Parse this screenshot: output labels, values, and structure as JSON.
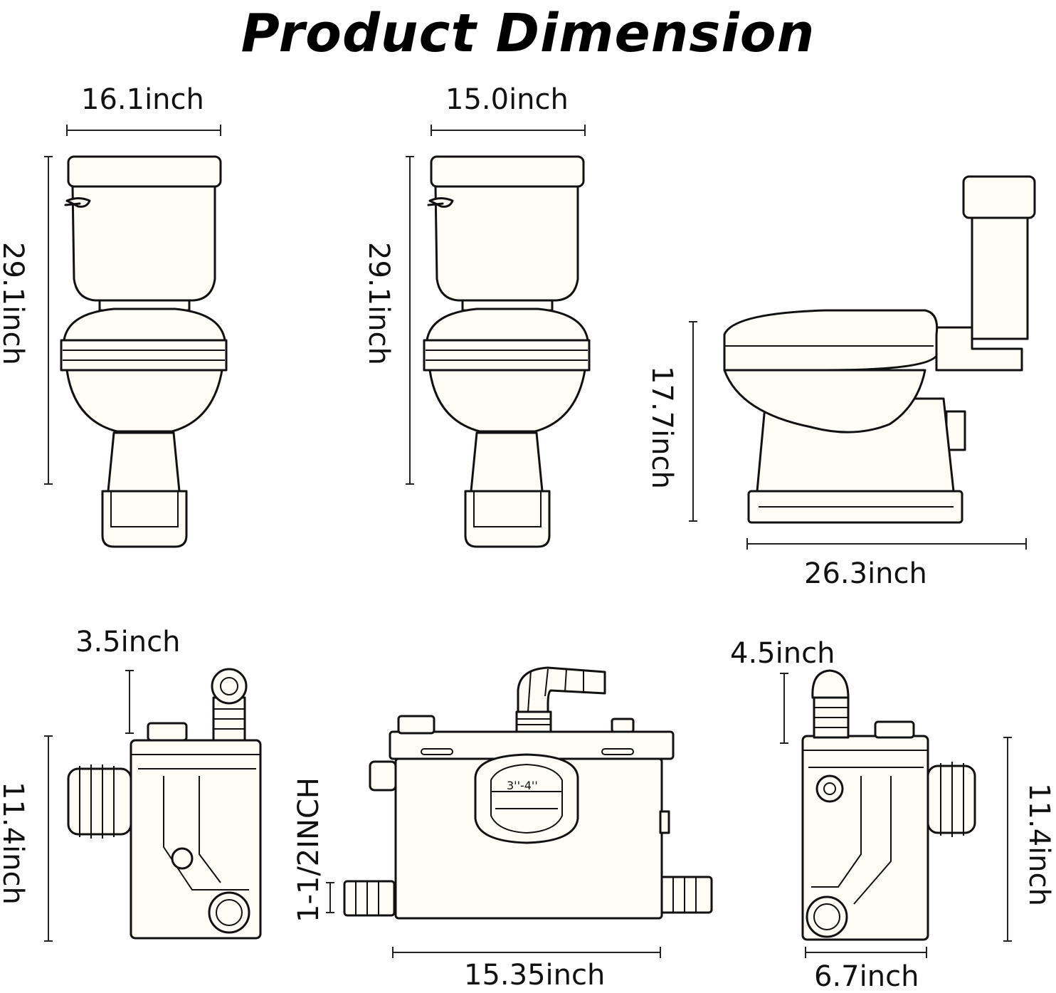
{
  "title": "Product Dimension",
  "toilet_front": {
    "width": "16.1inch",
    "height": "29.1inch"
  },
  "toilet_front_2": {
    "width": "15.0inch",
    "height": "29.1inch"
  },
  "toilet_side": {
    "height": "17.7inch",
    "depth": "26.3inch"
  },
  "pump_left": {
    "top": "3.5inch",
    "height": "11.4inch"
  },
  "pump_front": {
    "inlet_label": "3''-4''",
    "outlet": "1-1/2INCH",
    "width": "15.35inch"
  },
  "pump_right": {
    "top": "4.5inch",
    "height": "11.4inch",
    "width": "6.7inch"
  }
}
